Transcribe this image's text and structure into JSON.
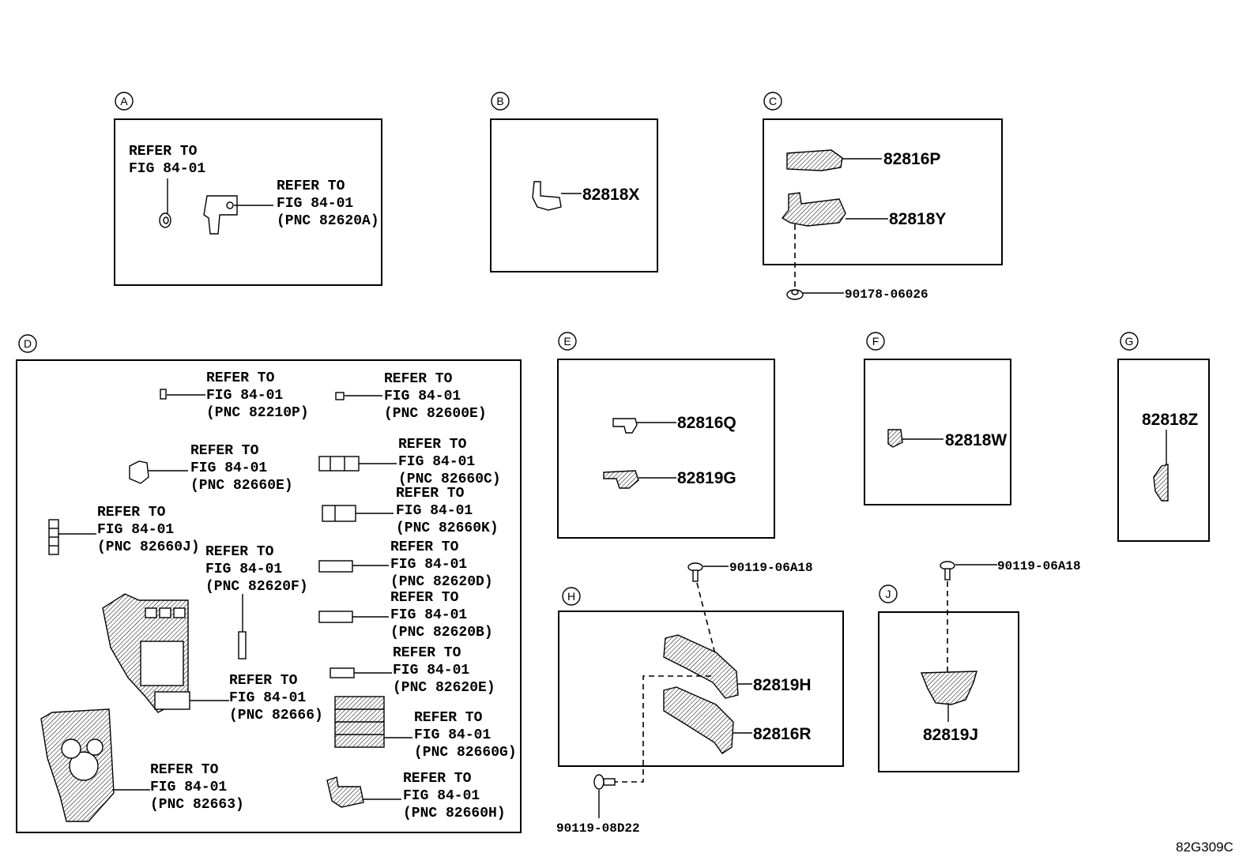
{
  "sections": {
    "A": {
      "letter": "A",
      "ref1": [
        "REFER TO",
        "FIG 84-01"
      ],
      "ref2": [
        "REFER TO",
        "FIG 84-01",
        "(PNC 82620A)"
      ]
    },
    "B": {
      "letter": "B",
      "part": "82818X"
    },
    "C": {
      "letter": "C",
      "part1": "82816P",
      "part2": "82818Y",
      "fastener": "90178-06026"
    },
    "D": {
      "letter": "D",
      "refs": [
        [
          "REFER TO",
          "FIG 84-01",
          "(PNC 82210P)"
        ],
        [
          "REFER TO",
          "FIG 84-01",
          "(PNC 82600E)"
        ],
        [
          "REFER TO",
          "FIG 84-01",
          "(PNC 82660E)"
        ],
        [
          "REFER TO",
          "FIG 84-01",
          "(PNC 82660C)"
        ],
        [
          "REFER TO",
          "FIG 84-01",
          "(PNC 82660K)"
        ],
        [
          "REFER TO",
          "FIG 84-01",
          "(PNC 82660J)"
        ],
        [
          "REFER TO",
          "FIG 84-01",
          "(PNC 82620F)"
        ],
        [
          "REFER TO",
          "FIG 84-01",
          "(PNC 82620D)"
        ],
        [
          "REFER TO",
          "FIG 84-01",
          "(PNC 82620B)"
        ],
        [
          "REFER TO",
          "FIG 84-01",
          "(PNC 82666)"
        ],
        [
          "REFER TO",
          "FIG 84-01",
          "(PNC 82620E)"
        ],
        [
          "REFER TO",
          "FIG 84-01",
          "(PNC 82660G)"
        ],
        [
          "REFER TO",
          "FIG 84-01",
          "(PNC 82663)"
        ],
        [
          "REFER TO",
          "FIG 84-01",
          "(PNC 82660H)"
        ]
      ]
    },
    "E": {
      "letter": "E",
      "part1": "82816Q",
      "part2": "82819G"
    },
    "F": {
      "letter": "F",
      "part": "82818W"
    },
    "G": {
      "letter": "G",
      "part": "82818Z"
    },
    "H": {
      "letter": "H",
      "part1": "82819H",
      "part2": "82816R",
      "bolt_top": "90119-06A18",
      "bolt_bottom": "90119-08D22"
    },
    "J": {
      "letter": "J",
      "part": "82819J",
      "bolt_top": "90119-06A18"
    }
  },
  "figure_code": "82G309C"
}
